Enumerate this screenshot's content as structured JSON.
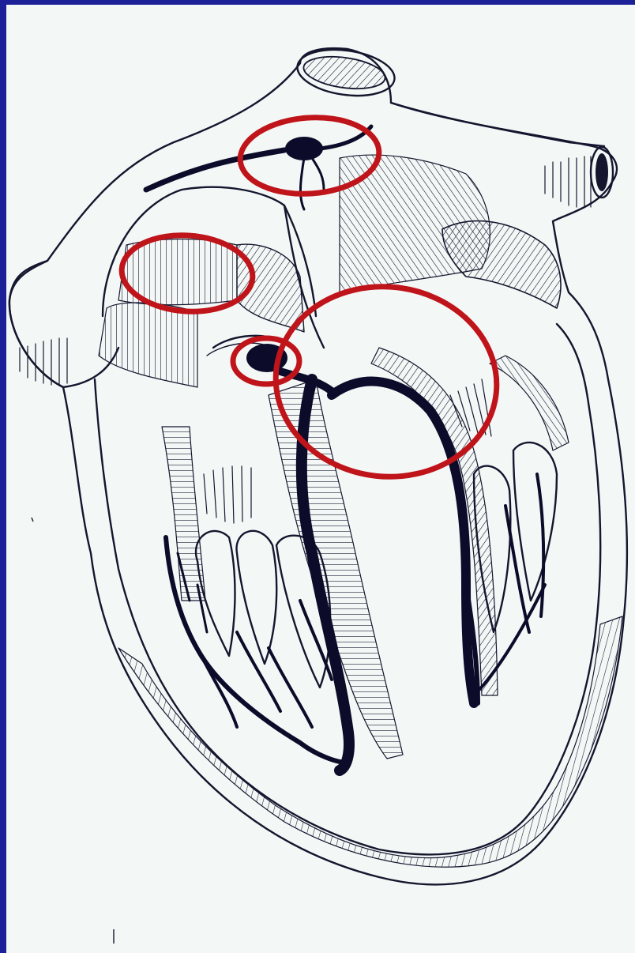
{
  "colors": {
    "background": "#1c2197",
    "paper": "#f3f8f6",
    "ink": "#15162e",
    "conduction": "#0c0c2a",
    "highlight": "#c0141b"
  },
  "highlights": [
    {
      "name": "sinoatrial-node-region"
    },
    {
      "name": "internodal-atrial-region"
    },
    {
      "name": "atrioventricular-node"
    },
    {
      "name": "his-bundle-region"
    }
  ]
}
